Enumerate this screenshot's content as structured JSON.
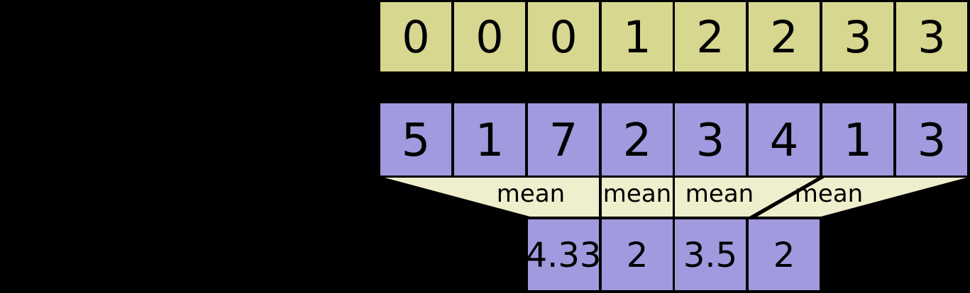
{
  "diagram": {
    "colors": {
      "background": "#000000",
      "segment_cell": "#d8d78f",
      "data_cell": "#a19ade",
      "result_cell": "#a19ade",
      "funnel": "#efeecd",
      "text": "#000000"
    },
    "segment_ids_row": {
      "cells": [
        "0",
        "0",
        "0",
        "1",
        "2",
        "2",
        "3",
        "3"
      ]
    },
    "data_row": {
      "cells": [
        "5",
        "1",
        "7",
        "2",
        "3",
        "4",
        "1",
        "3"
      ]
    },
    "funnels": {
      "labels": [
        "mean",
        "mean",
        "mean",
        "mean"
      ]
    },
    "result_row": {
      "cells": [
        "4.33",
        "2",
        "3.5",
        "2"
      ]
    }
  }
}
